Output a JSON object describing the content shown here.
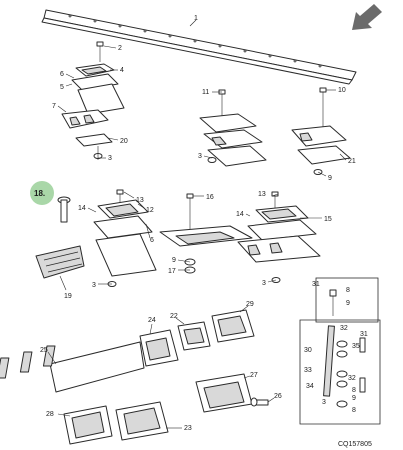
{
  "diagram": {
    "reference_code": "CQ157805",
    "highlighted_callout": "18.",
    "highlight_color": "#a9d7a8",
    "arrow_icon": "arrow-down-left-icon",
    "callouts": [
      "1",
      "2",
      "3",
      "4",
      "5",
      "6",
      "7",
      "8",
      "9",
      "10",
      "11",
      "12",
      "13",
      "14",
      "15",
      "16",
      "17",
      "18",
      "19",
      "20",
      "21",
      "22",
      "23",
      "24",
      "25",
      "26",
      "27",
      "28",
      "29",
      "30",
      "31",
      "32",
      "33",
      "34",
      "35"
    ],
    "labels": [
      {
        "id": "c1",
        "text": "1"
      },
      {
        "id": "c2",
        "text": "2"
      },
      {
        "id": "c4",
        "text": "4"
      },
      {
        "id": "c6a",
        "text": "6"
      },
      {
        "id": "c5",
        "text": "5"
      },
      {
        "id": "c7",
        "text": "7"
      },
      {
        "id": "c20",
        "text": "20"
      },
      {
        "id": "c3a",
        "text": "3"
      },
      {
        "id": "c11",
        "text": "11"
      },
      {
        "id": "c3b",
        "text": "3"
      },
      {
        "id": "c10",
        "text": "10"
      },
      {
        "id": "c21",
        "text": "21"
      },
      {
        "id": "c9a",
        "text": "9"
      },
      {
        "id": "c13a",
        "text": "13"
      },
      {
        "id": "c12",
        "text": "12"
      },
      {
        "id": "c14a",
        "text": "14"
      },
      {
        "id": "c6b",
        "text": "6"
      },
      {
        "id": "c19",
        "text": "19"
      },
      {
        "id": "c3c",
        "text": "3"
      },
      {
        "id": "c16",
        "text": "16"
      },
      {
        "id": "c9b",
        "text": "9"
      },
      {
        "id": "c17",
        "text": "17"
      },
      {
        "id": "c13b",
        "text": "13"
      },
      {
        "id": "c14b",
        "text": "14"
      },
      {
        "id": "c15",
        "text": "15"
      },
      {
        "id": "c3d",
        "text": "3"
      },
      {
        "id": "c24",
        "text": "24"
      },
      {
        "id": "c22",
        "text": "22"
      },
      {
        "id": "c29",
        "text": "29"
      },
      {
        "id": "c25",
        "text": "25"
      },
      {
        "id": "c27",
        "text": "27"
      },
      {
        "id": "c26",
        "text": "26"
      },
      {
        "id": "c28",
        "text": "28"
      },
      {
        "id": "c23",
        "text": "23"
      },
      {
        "id": "c31a",
        "text": "31"
      },
      {
        "id": "c8a",
        "text": "8"
      },
      {
        "id": "c9c",
        "text": "9"
      },
      {
        "id": "c32a",
        "text": "32"
      },
      {
        "id": "c35",
        "text": "35"
      },
      {
        "id": "c31b",
        "text": "31"
      },
      {
        "id": "c30",
        "text": "30"
      },
      {
        "id": "c33",
        "text": "33"
      },
      {
        "id": "c34",
        "text": "34"
      },
      {
        "id": "c32b",
        "text": "32"
      },
      {
        "id": "c8b",
        "text": "8"
      },
      {
        "id": "c9d",
        "text": "9"
      },
      {
        "id": "c3e",
        "text": "3"
      },
      {
        "id": "c8c",
        "text": "8"
      }
    ]
  }
}
